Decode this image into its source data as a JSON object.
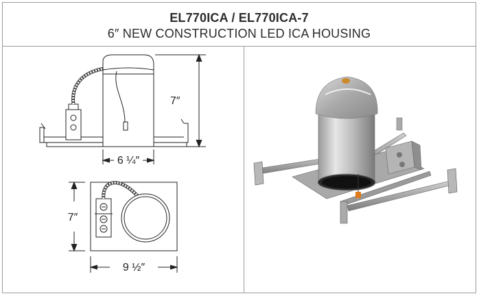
{
  "header": {
    "title": "EL770ICA / EL770ICA-7",
    "subtitle": "6″ NEW CONSTRUCTION LED ICA HOUSING"
  },
  "side_view": {
    "height_label": "7″",
    "width_label": "6 ¼″"
  },
  "top_view": {
    "height_label": "7″",
    "width_label": "9 ½″"
  }
}
